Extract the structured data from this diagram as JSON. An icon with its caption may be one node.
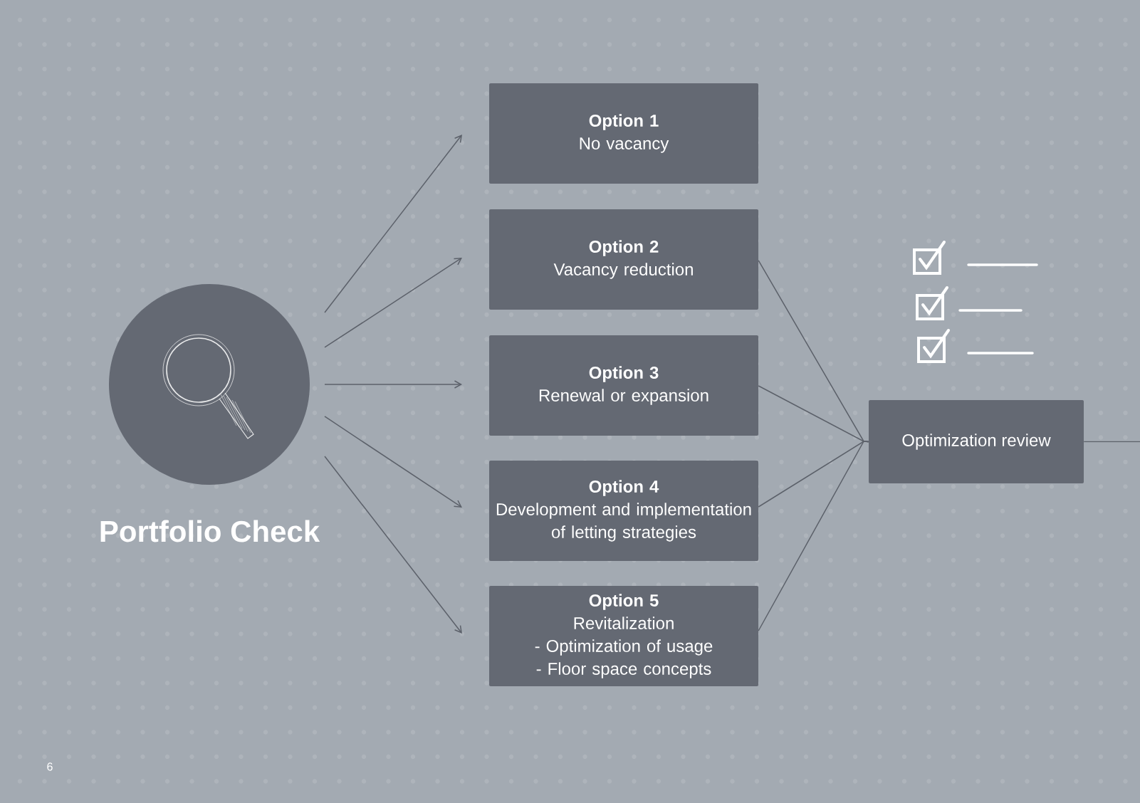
{
  "diagram": {
    "nodes": [
      {
        "text": [
          "Portfolio Check"
        ]
      },
      {
        "text": [
          "Option 1",
          "No vacancy"
        ]
      },
      {
        "text": [
          "Option 2",
          "Vacancy reduction"
        ]
      },
      {
        "text": [
          "Option 3",
          "Renewal or expansion"
        ]
      },
      {
        "text": [
          "Option 4",
          "Development and implementation of letting strategies"
        ]
      },
      {
        "text": [
          "Option 5",
          "Revitalization",
          "- Optimization of usage",
          "- Floor space concepts"
        ]
      },
      {
        "text": [
          "Optimization review"
        ]
      }
    ],
    "edges": [
      {
        "from": 0,
        "to": 1,
        "arrow": "to"
      },
      {
        "from": 0,
        "to": 2,
        "arrow": "to"
      },
      {
        "from": 0,
        "to": 3,
        "arrow": "to"
      },
      {
        "from": 0,
        "to": 4,
        "arrow": "to"
      },
      {
        "from": 0,
        "to": 5,
        "arrow": "to"
      },
      {
        "from": 2,
        "to": 6,
        "arrow": "none"
      },
      {
        "from": 3,
        "to": 6,
        "arrow": "none"
      },
      {
        "from": 4,
        "to": 6,
        "arrow": "none"
      },
      {
        "from": 5,
        "to": 6,
        "arrow": "none"
      },
      {
        "from": 6,
        "to": null,
        "arrow": "none"
      }
    ],
    "labels": [
      "6"
    ]
  }
}
